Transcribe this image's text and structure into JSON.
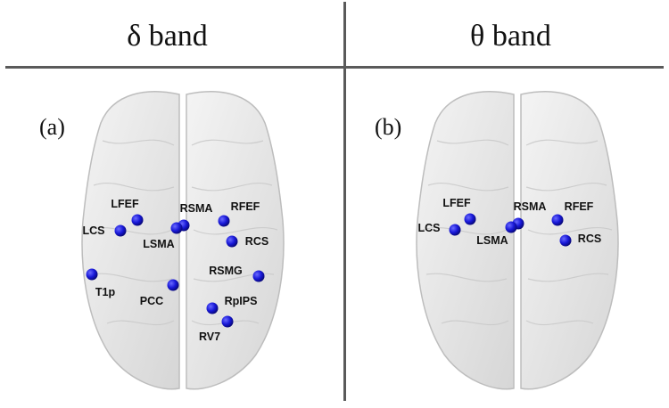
{
  "panels": [
    {
      "title": "δ band",
      "label": "(a)",
      "nodes": [
        {
          "name": "LFEF"
        },
        {
          "name": "LCS"
        },
        {
          "name": "RSMA"
        },
        {
          "name": "LSMA"
        },
        {
          "name": "RFEF"
        },
        {
          "name": "RCS"
        },
        {
          "name": "RSMG"
        },
        {
          "name": "T1p"
        },
        {
          "name": "PCC"
        },
        {
          "name": "RpIPS"
        },
        {
          "name": "RV7"
        }
      ]
    },
    {
      "title": "θ band",
      "label": "(b)",
      "nodes": [
        {
          "name": "LFEF"
        },
        {
          "name": "LCS"
        },
        {
          "name": "RSMA"
        },
        {
          "name": "LSMA"
        },
        {
          "name": "RFEF"
        },
        {
          "name": "RCS"
        }
      ]
    }
  ],
  "colors": {
    "node": "#1a1ad6",
    "divider": "#5a5a5a"
  }
}
